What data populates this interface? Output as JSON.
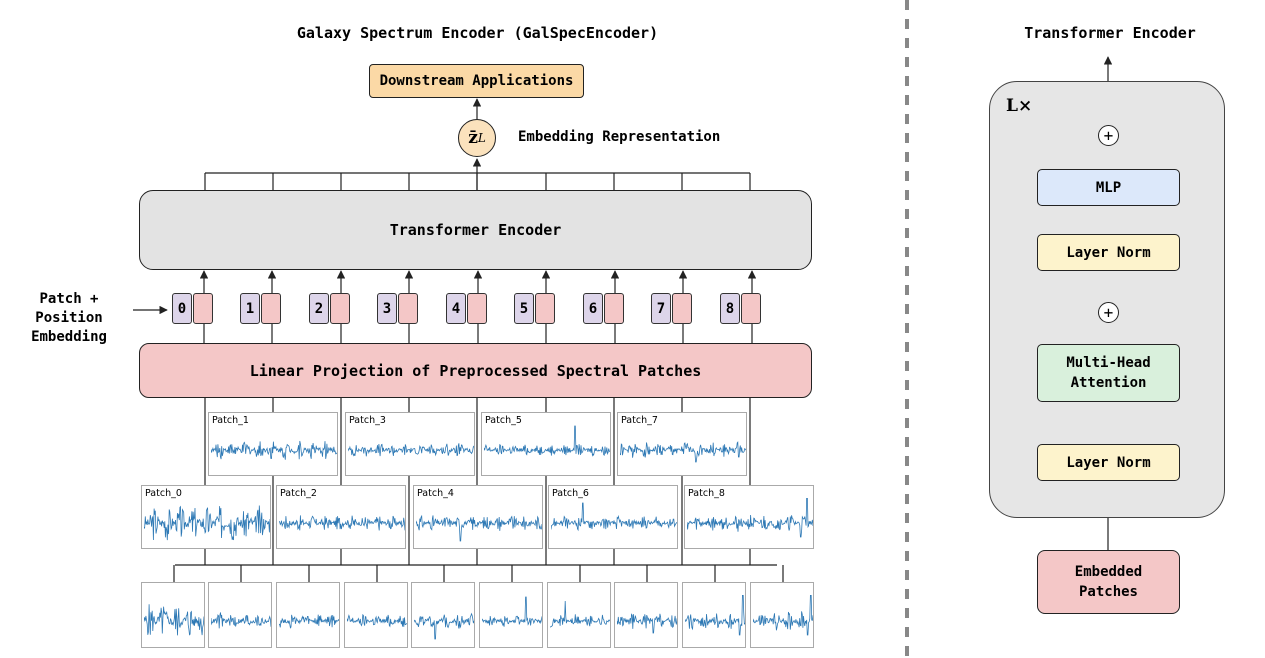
{
  "left_title": "Galaxy Spectrum Encoder (GalSpecEncoder)",
  "right_title": "Transformer Encoder",
  "downstream_label": "Downstream Applications",
  "embedding_representation_label": "Embedding Representation",
  "zl_symbol": {
    "base": "z̄",
    "sub": "L"
  },
  "transformer_encoder_label": "Transformer Encoder",
  "patch_position_embedding_label": "Patch + Position\nEmbedding",
  "token_labels": [
    "0",
    "1",
    "2",
    "3",
    "4",
    "5",
    "6",
    "7",
    "8"
  ],
  "linear_projection_label": "Linear Projection of Preprocessed Spectral Patches",
  "patch_labels": [
    "Patch_0",
    "Patch_1",
    "Patch_2",
    "Patch_3",
    "Patch_4",
    "Patch_5",
    "Patch_6",
    "Patch_7",
    "Patch_8"
  ],
  "block": {
    "repeat_label": "L×",
    "mlp_label": "MLP",
    "layer_norm_label": "Layer Norm",
    "attention_label": "Multi-Head\nAttention",
    "embedded_patches_label": "Embedded\nPatches",
    "plus_symbol": "+"
  },
  "colors": {
    "downstream_fill": "#fbd9a6",
    "zl_fill": "#fbe2bd",
    "encoder_fill": "#e3e3e3",
    "projection_fill": "#f4c7c7",
    "token_index_fill": "#ddd5ea",
    "token_embed_fill": "#f4c7c7",
    "block_bg": "#e6e6e6",
    "mlp_fill": "#dce8fa",
    "layer_norm_fill": "#fdf3cc",
    "attention_fill": "#d9f0dc",
    "embedded_fill": "#f4c7c7",
    "spectrum_line": "#2e79b5",
    "divider": "#888888"
  }
}
